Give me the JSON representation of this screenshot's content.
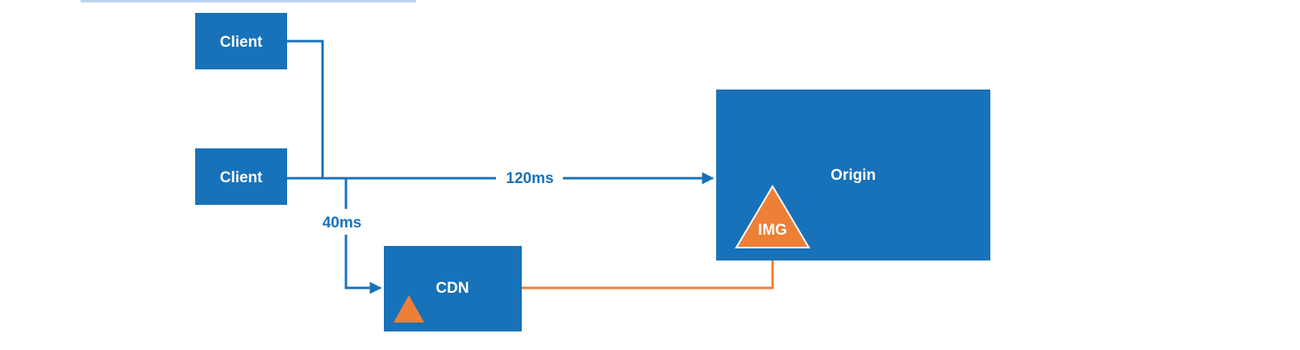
{
  "colors": {
    "node_fill": "#1872b9",
    "connector": "#1872b9",
    "image_asset": "#ee7f36",
    "label_text": "#ffffff",
    "top_strip": "#b9d2f1"
  },
  "nodes": {
    "client_top": {
      "label": "Client"
    },
    "client_bottom": {
      "label": "Client"
    },
    "cdn": {
      "label": "CDN"
    },
    "origin": {
      "label": "Origin"
    }
  },
  "assets": {
    "origin_image": {
      "label": "IMG",
      "icon": "triangle-icon"
    },
    "cdn_image": {
      "label": "",
      "icon": "triangle-icon"
    }
  },
  "edges": {
    "to_origin": {
      "label": "120ms"
    },
    "to_cdn": {
      "label": "40ms"
    }
  }
}
